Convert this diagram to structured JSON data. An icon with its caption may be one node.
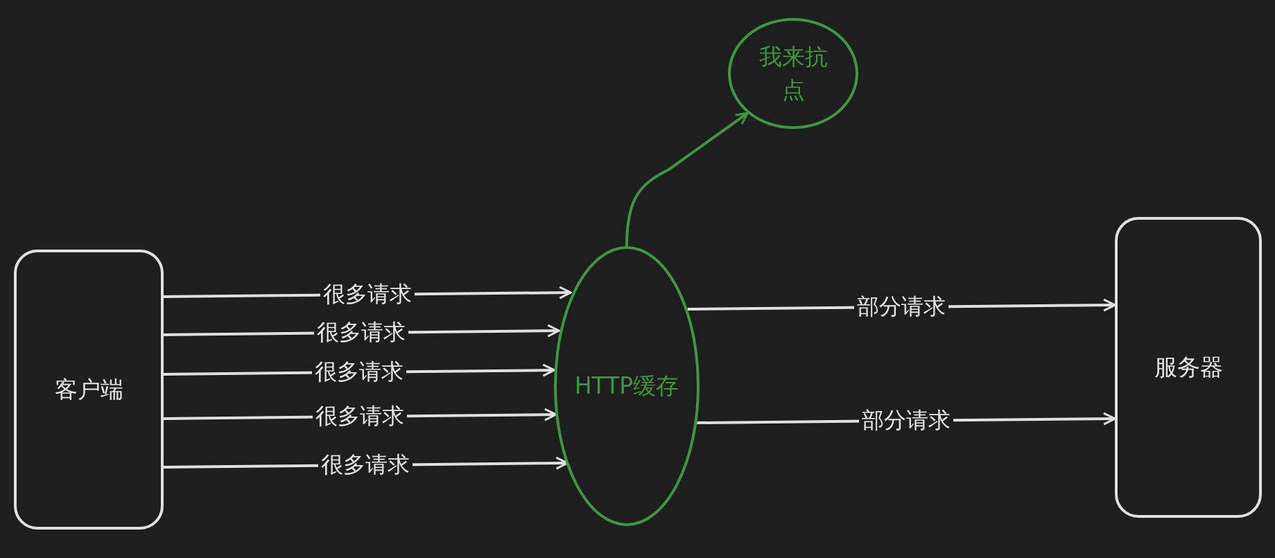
{
  "diagram": {
    "nodes": [
      {
        "text": [
          "客户端"
        ]
      },
      {
        "text": [
          "HTTP缓存"
        ]
      },
      {
        "text": [
          "我来抗点"
        ]
      },
      {
        "text": [
          "服务器"
        ]
      }
    ],
    "edges": [
      {
        "from": 0,
        "to": 1,
        "arrow": "to",
        "label": "很多请求"
      },
      {
        "from": 0,
        "to": 1,
        "arrow": "to",
        "label": "很多请求"
      },
      {
        "from": 0,
        "to": 1,
        "arrow": "to",
        "label": "很多请求"
      },
      {
        "from": 0,
        "to": 1,
        "arrow": "to",
        "label": "很多请求"
      },
      {
        "from": 0,
        "to": 1,
        "arrow": "to",
        "label": "很多请求"
      },
      {
        "from": 1,
        "to": 3,
        "arrow": "to",
        "label": "部分请求"
      },
      {
        "from": 1,
        "to": 3,
        "arrow": "to",
        "label": "部分请求"
      },
      {
        "from": 1,
        "to": 2,
        "arrow": "to",
        "color": "#3c9a3c"
      }
    ]
  }
}
